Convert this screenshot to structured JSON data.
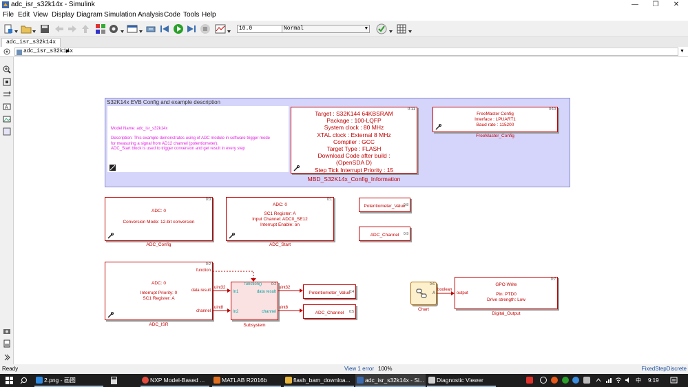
{
  "window": {
    "title": "adc_isr_s32k14x - Simulink",
    "minimize": "—",
    "maximize": "❐",
    "close": "✕"
  },
  "menu": [
    "File",
    "Edit",
    "View",
    "Display",
    "Diagram",
    "Simulation",
    "Analysis",
    "Code",
    "Tools",
    "Help"
  ],
  "toolbar": {
    "stop_time": "10.0",
    "sim_mode": "Normal"
  },
  "tab": {
    "label": "adc_isr_s32k14x"
  },
  "address": {
    "path": "adc_isr_s32k14x",
    "expand": "▶",
    "dropdown": "▼"
  },
  "colors": {
    "block_border": "#c20000",
    "area_fill": "#d5d5fb",
    "port_text": "#00a0a0",
    "subsystem_fill": "#fbe2e2",
    "chart_fill": "#fdf0cc"
  },
  "area": {
    "title": "S32K14x EVB Config and example description"
  },
  "description": {
    "model_name": "Model Name: adc_isr_s32k14x",
    "lines": [
      "Description:  This example demonstrates using of ADC module in software trigger mode",
      "for measuring a signal from AD12 channel (potentiometer).",
      "ADC_Start block is used to trigger conversion and get result in every step"
    ]
  },
  "config_info": {
    "number": "0:11",
    "lines": [
      "Target : S32K144 64KBSRAM",
      "Package : 100-LQFP",
      "System clock : 80 MHz",
      "XTAL clock : External 8 MHz",
      "Compiler : GCC",
      "Target Type : FLASH",
      "Download Code after build :",
      "(OpenSDA D)",
      "Step Tick Interrupt Priority : 15"
    ],
    "name": "MBD_S32K14x_Config_Information"
  },
  "freemaster": {
    "number": "0:10",
    "lines": [
      "FreeMaster Config",
      "Interface : LPUART1",
      "Baud rate : 115200"
    ],
    "name": "FreeMaster_Config"
  },
  "adc_config": {
    "number": "0:0",
    "lines": [
      "ADC: 0",
      "Conversion Mode: 12-bit conversion"
    ],
    "name": "ADC_Config"
  },
  "adc_start": {
    "number": "0:1",
    "lines": [
      "ADC: 0",
      "SC1 Register: A",
      "Input Channel: ADC0_SE12",
      "Interrupt Enable: on"
    ],
    "name": "ADC_Start"
  },
  "pot_value_top": {
    "number": "0:8",
    "label": "Potentiometer_Value"
  },
  "adc_channel_top": {
    "number": "0:9",
    "label": "ADC_Channel"
  },
  "adc_isr": {
    "number": "0:2",
    "lines": [
      "ADC: 0",
      "Interrupt Priority: 0",
      "SC1 Register: A"
    ],
    "ports": {
      "function": "function",
      "data_result": "data result",
      "channel": "channel"
    },
    "name": "ADC_ISR"
  },
  "subsystem": {
    "number": "0:2",
    "ports": {
      "trigger": "function()",
      "in1": "In1",
      "in2": "In2",
      "out1": "data result",
      "out2": "channel"
    },
    "name": "Subsystem"
  },
  "signals": {
    "uint32_a": "uint32",
    "uint8_a": "uint8",
    "uint32_b": "uint32",
    "uint8_b": "uint8",
    "boolean": "boolean"
  },
  "pot_value_out": {
    "number": "0:4",
    "label": "Potentiometer_Value"
  },
  "adc_channel_out": {
    "number": "0:5",
    "label": "ADC_Channel"
  },
  "chart": {
    "number": "0:6",
    "port": "A",
    "name": "Chart"
  },
  "gpo": {
    "number": "0:7",
    "lines": [
      "GPO Write",
      "Pin: PTD0",
      "Drive strength: Low"
    ],
    "port": "output",
    "name": "Digital_Output"
  },
  "status": {
    "left": "Ready",
    "errors": "View 1 error",
    "zoom": "100%",
    "solver": "FixedStepDiscrete"
  },
  "taskbar": {
    "items": [
      "2.png - 画图",
      "NXP Model-Based ...",
      "MATLAB R2016b",
      "flash_bam_downloa...",
      "adc_isr_s32k14x - Si...",
      "Diagnostic Viewer"
    ],
    "lang": "中",
    "clock": "9:19"
  }
}
